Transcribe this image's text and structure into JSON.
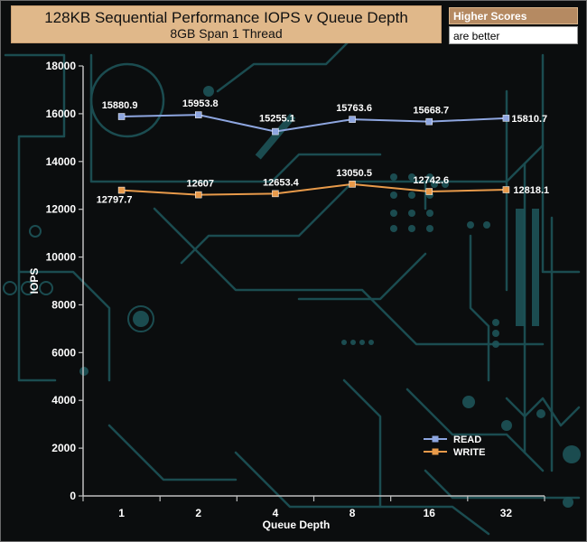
{
  "header": {
    "title": "128KB Sequential Performance IOPS v Queue Depth",
    "subtitle": "8GB Span 1 Thread"
  },
  "note": {
    "heading": "Higher Scores",
    "text": "are better"
  },
  "colors": {
    "read": "#8ea6e0",
    "write": "#e89a4a",
    "axis": "#bfbfbf",
    "title_bg": "#e0b88a",
    "circuit": "#1d5358"
  },
  "chart_data": {
    "type": "line",
    "title": "128KB Sequential Performance IOPS v Queue Depth",
    "subtitle": "8GB Span 1 Thread",
    "xlabel": "Queue Depth",
    "ylabel": "IOPS",
    "categories": [
      "1",
      "2",
      "4",
      "8",
      "16",
      "32"
    ],
    "ylim": [
      0,
      18000
    ],
    "yticks": [
      "0",
      "2000",
      "4000",
      "6000",
      "8000",
      "10000",
      "12000",
      "14000",
      "16000",
      "18000"
    ],
    "grid": false,
    "legend_position": "bottom-right",
    "series": [
      {
        "name": "READ",
        "values": [
          15880.9,
          15953.8,
          15255.1,
          15763.6,
          15668.7,
          15810.7
        ],
        "labels": [
          "15880.9",
          "15953.8",
          "15255.1",
          "15763.6",
          "15668.7",
          "15810.7"
        ]
      },
      {
        "name": "WRITE",
        "values": [
          12797.7,
          12607,
          12653.4,
          13050.5,
          12742.6,
          12818.1
        ],
        "labels": [
          "12797.7",
          "12607",
          "12653.4",
          "13050.5",
          "12742.6",
          "12818.1"
        ]
      }
    ]
  }
}
